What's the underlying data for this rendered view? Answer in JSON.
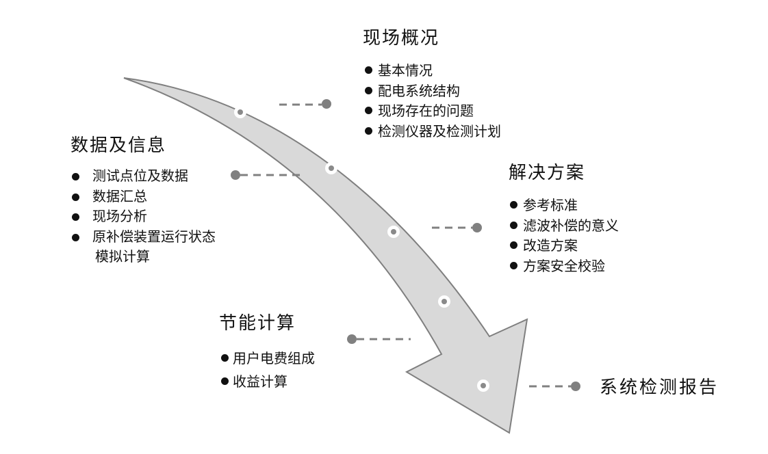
{
  "groups": [
    {
      "title": "现场概况",
      "items": [
        "基本情况",
        "配电系统结构",
        "现场存在的问题",
        "检测仪器及检测计划"
      ]
    },
    {
      "title": "数据及信息",
      "items": [
        "测试点位及数据",
        "数据汇总",
        "现场分析",
        "原补偿装置运行状态"
      ],
      "item_continuation": "模拟计算"
    },
    {
      "title": "解决方案",
      "items": [
        "参考标准",
        "滤波补偿的意义",
        "改造方案",
        "方案安全校验"
      ]
    },
    {
      "title": "节能计算",
      "items": [
        "用户电费组成",
        "收益计算"
      ]
    },
    {
      "title": "系统检测报告",
      "items": []
    }
  ],
  "colors": {
    "arrow_fill": "#d9d9d9",
    "arrow_stroke": "#7f7f7f",
    "connector": "#808080",
    "text": "#111111"
  }
}
